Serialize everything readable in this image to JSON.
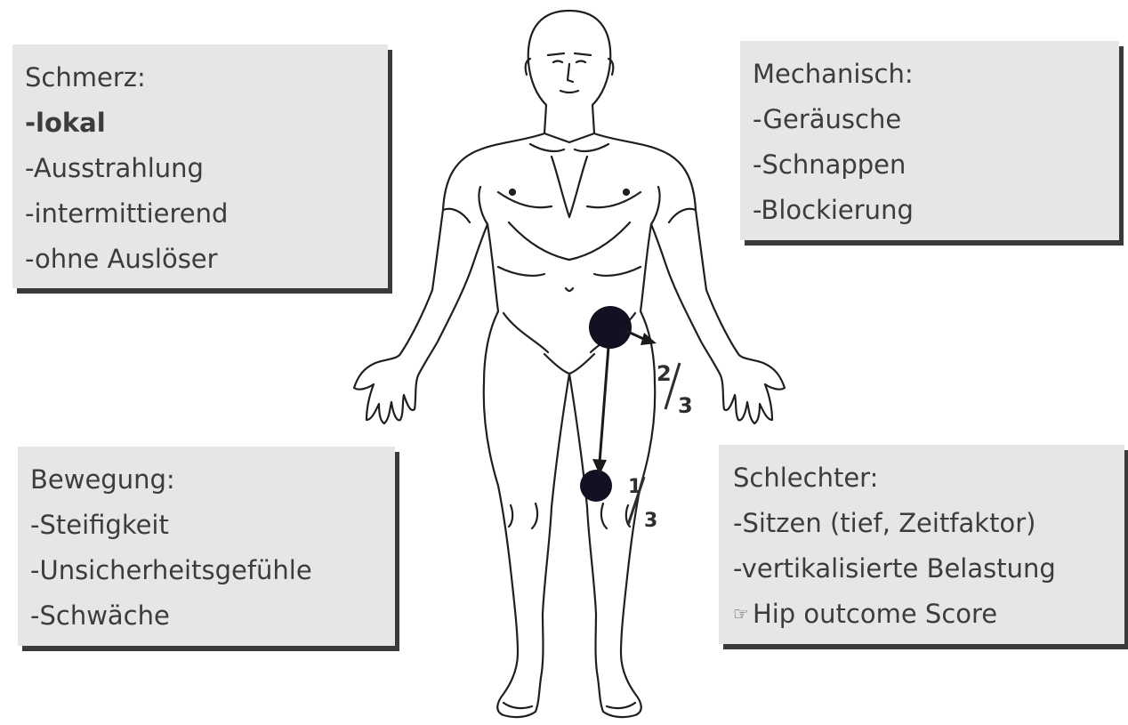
{
  "boxes": {
    "schmerz": {
      "title": "Schmerz:",
      "items": [
        "-lokal",
        "-Ausstrahlung",
        "-intermittierend",
        "-ohne Auslöser"
      ]
    },
    "mechanisch": {
      "title": "Mechanisch:",
      "items": [
        "-Geräusche",
        "-Schnappen",
        "-Blockierung"
      ]
    },
    "bewegung": {
      "title": "Bewegung:",
      "items": [
        "-Steifigkeit",
        "-Unsicherheitsgefühle",
        "-Schwäche"
      ]
    },
    "schlechter": {
      "title": "Schlechter:",
      "items": [
        "-Sitzen (tief, Zeitfaktor)",
        "-vertikalisierte Belastung",
        "Hip outcome Score"
      ],
      "pointer_icon": "pointing-hand-icon"
    }
  },
  "fractions": {
    "hip": {
      "numerator": "2",
      "denominator": "3"
    },
    "knee": {
      "numerator": "1",
      "denominator": "3"
    }
  },
  "colors": {
    "box_fill": "#e6e6e6",
    "box_shadow": "#3a3a3a",
    "pain_marker": "#111122",
    "outline": "#1a1a1a"
  }
}
